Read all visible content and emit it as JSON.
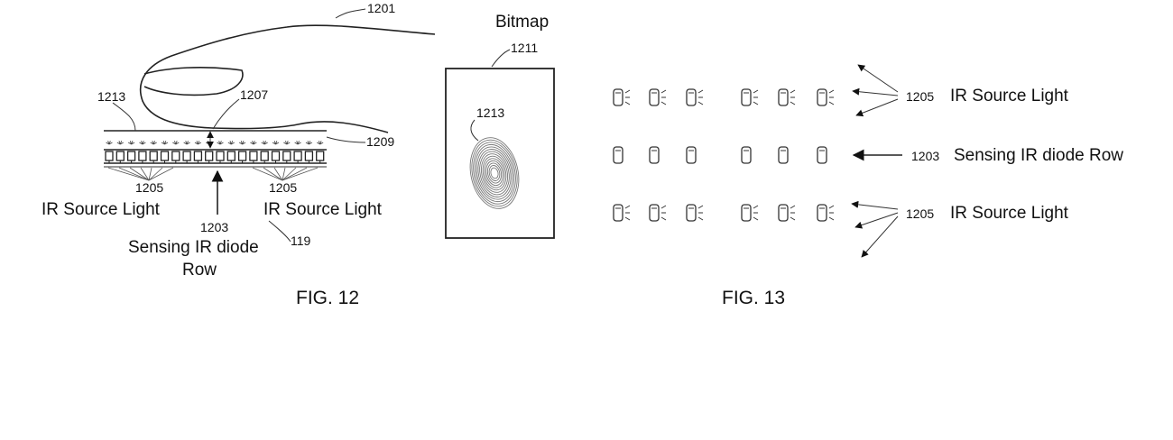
{
  "fig12": {
    "caption": "FIG. 12",
    "refs": {
      "finger": "1201",
      "gap": "1207",
      "layer": "1209",
      "print_left": "1213",
      "source_left": "1205",
      "source_right": "1205",
      "sensor": "1203",
      "base": "119",
      "bitmap_box": "1211",
      "bitmap_print": "1213"
    },
    "labels": {
      "ir_source_left": "IR Source Light",
      "ir_source_right": "IR Source Light",
      "sensing_line1": "Sensing IR diode",
      "sensing_line2": "Row",
      "bitmap": "Bitmap"
    }
  },
  "fig13": {
    "caption": "FIG. 13",
    "rows": [
      {
        "ref": "1205",
        "label": "IR Source Light"
      },
      {
        "ref": "1203",
        "label": "Sensing IR diode Row"
      },
      {
        "ref": "1205",
        "label": "IR Source Light"
      }
    ]
  }
}
